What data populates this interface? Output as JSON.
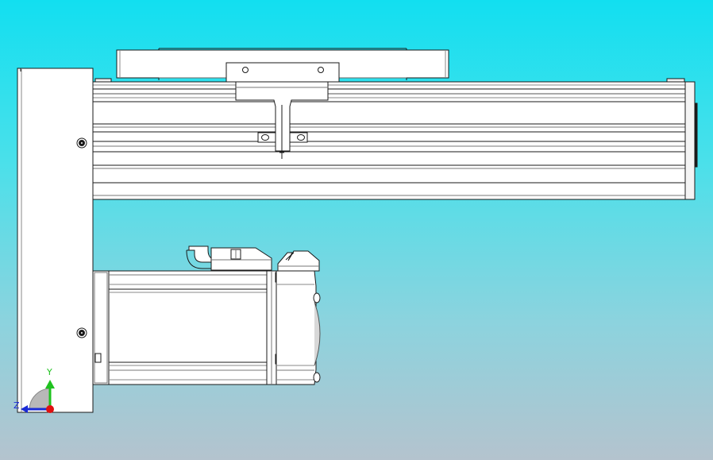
{
  "viewport": {
    "background_top": "#12dff0",
    "background_bottom": "#b4c3ce"
  },
  "triad": {
    "y_label": "Y",
    "z_label": "Z",
    "y_color": "#1fc21f",
    "z_color": "#1a2bd6",
    "x_color": "#e01010"
  },
  "model": {
    "name": "linear-actuator-with-motor",
    "line_color": "#1a1a1a",
    "fill_color": "#ffffff"
  }
}
